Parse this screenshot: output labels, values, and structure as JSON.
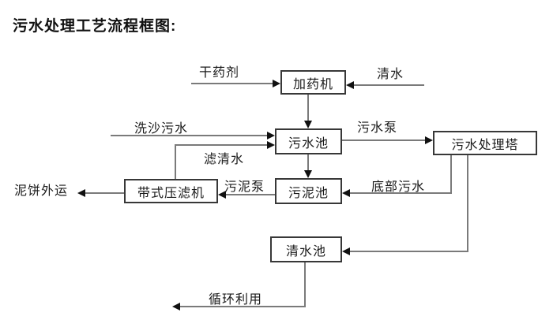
{
  "title": "污水处理工艺流程框图:",
  "diagram": {
    "nodes": {
      "dosing_machine": {
        "label": "加药机"
      },
      "sewage_pool": {
        "label": "污水池"
      },
      "treatment_tower": {
        "label": "污水处理塔"
      },
      "sludge_pool": {
        "label": "污泥池"
      },
      "belt_filter_press": {
        "label": "带式压滤机"
      },
      "clean_water_pool": {
        "label": "清水池"
      }
    },
    "edge_labels": {
      "dry_chemical": "干药剂",
      "clean_water": "清水",
      "sand_washing_sewage": "洗沙污水",
      "sewage_pump": "污水泵",
      "filtered_water": "滤清水",
      "sludge_pump": "污泥泵",
      "bottom_sewage": "底部污水",
      "mud_cake_out": "泥饼外运",
      "recycle_use": "循环利用"
    },
    "colors": {
      "line": "#7a7a7a",
      "arrow": "#111111",
      "box_border": "#383838",
      "text": "#1a1a1a",
      "background": "#ffffff"
    }
  }
}
